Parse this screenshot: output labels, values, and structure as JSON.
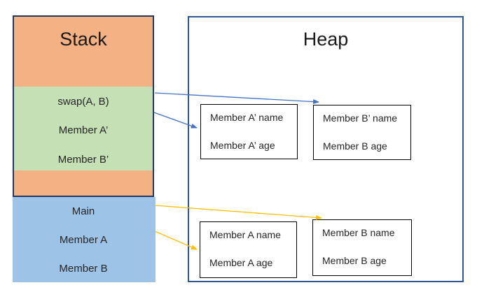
{
  "stack": {
    "title": "Stack",
    "swap_frame": {
      "call": "swap(A, B)",
      "member_a": "Member A’",
      "member_b": "Member B’"
    },
    "main_frame": {
      "name": "Main",
      "member_a": "Member A",
      "member_b": "Member B"
    }
  },
  "heap": {
    "title": "Heap",
    "boxes": [
      {
        "line1": "Member A’ name",
        "line2": "Member A’ age"
      },
      {
        "line1": "Member B’ name",
        "line2": "Member B age"
      },
      {
        "line1": "Member A name",
        "line2": "Member A age"
      },
      {
        "line1": "Member B name",
        "line2": "Member B age"
      }
    ]
  },
  "colors": {
    "orange": "#F4B183",
    "green": "#C5E0B4",
    "blue": "#9DC3E6",
    "stack_border": "#1F3864",
    "heap_border": "#2F5597",
    "arrow_blue": "#4472C4",
    "arrow_yellow": "#FFC000"
  }
}
